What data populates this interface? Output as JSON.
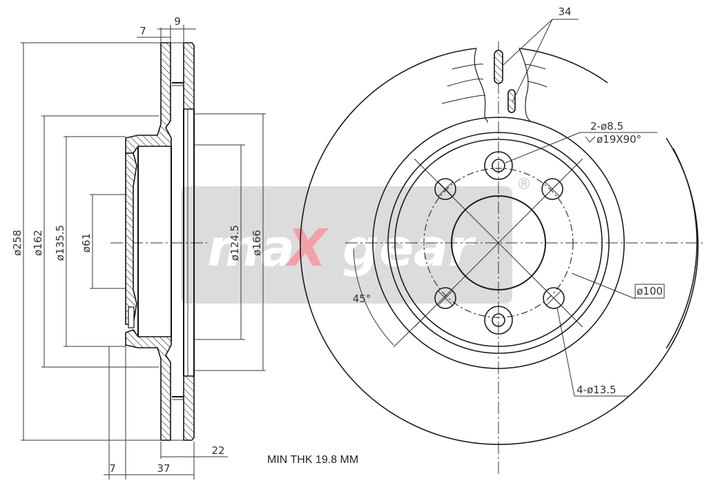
{
  "title": "Brake disc technical drawing",
  "brand": {
    "watermark_text_left": "ma",
    "watermark_text_x": "X",
    "watermark_text_right": "gear",
    "registered_mark": "®",
    "accent_color": "#f4a0a8",
    "watermark_bg": "#d6d6d6"
  },
  "section_view": {
    "dimensions": {
      "top_left_offset": "7",
      "top_thickness_gap": "9",
      "outer_diameter": "ø258",
      "hat_outer_diameter": "ø162",
      "hat_inner_diameter": "ø135.5",
      "center_bore": "ø61",
      "friction_inner_diameter": "ø124.5",
      "vent_diameter": "ø166",
      "bottom_offset": "7",
      "total_height": "37",
      "disc_thickness": "22"
    }
  },
  "front_view": {
    "dimensions": {
      "vent_callout": "34",
      "locating_holes": "2-ø8.5",
      "countersink": "ø19X90°",
      "bolt_circle": "ø100",
      "angle": "45°",
      "bolt_holes": "4-ø13.5"
    }
  },
  "note": "MIN THK 19.8 MM"
}
